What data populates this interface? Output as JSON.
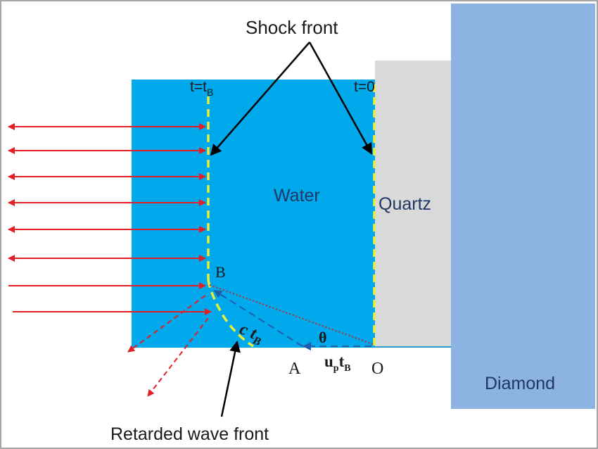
{
  "colors": {
    "water": "#00A8EC",
    "quartz": "#D9D9D9",
    "diamond": "#8DB3E2",
    "shock_front": "#E8EE3A",
    "arrow": "#E31E24",
    "dashed_line": "#1F5FA8",
    "dotted_line": "#C0282D",
    "text": "#1a1a1a",
    "material_label": "#1F3864",
    "frame": "#555555"
  },
  "labels": {
    "shock_front": "Shock front",
    "t_tb": "t=t",
    "t_tb_sub": "B",
    "t_zero": "t=0",
    "water": "Water",
    "quartz": "Quartz",
    "diamond": "Diamond",
    "point_b": "B",
    "c": "c t",
    "c_sub": "B",
    "theta": "θ",
    "point_a": "A",
    "u": "u",
    "u_sub_p": "p",
    "u_t": "t",
    "u_sub_b": "B",
    "point_o": "O",
    "retarded_wave_front": "Retarded wave front"
  },
  "icons": {
    "bidirectional_arrow": "double-headed-arrow-icon",
    "single_arrow": "right-arrow-icon",
    "reflected_arrow": "dashed-diagonal-arrow-icon"
  }
}
